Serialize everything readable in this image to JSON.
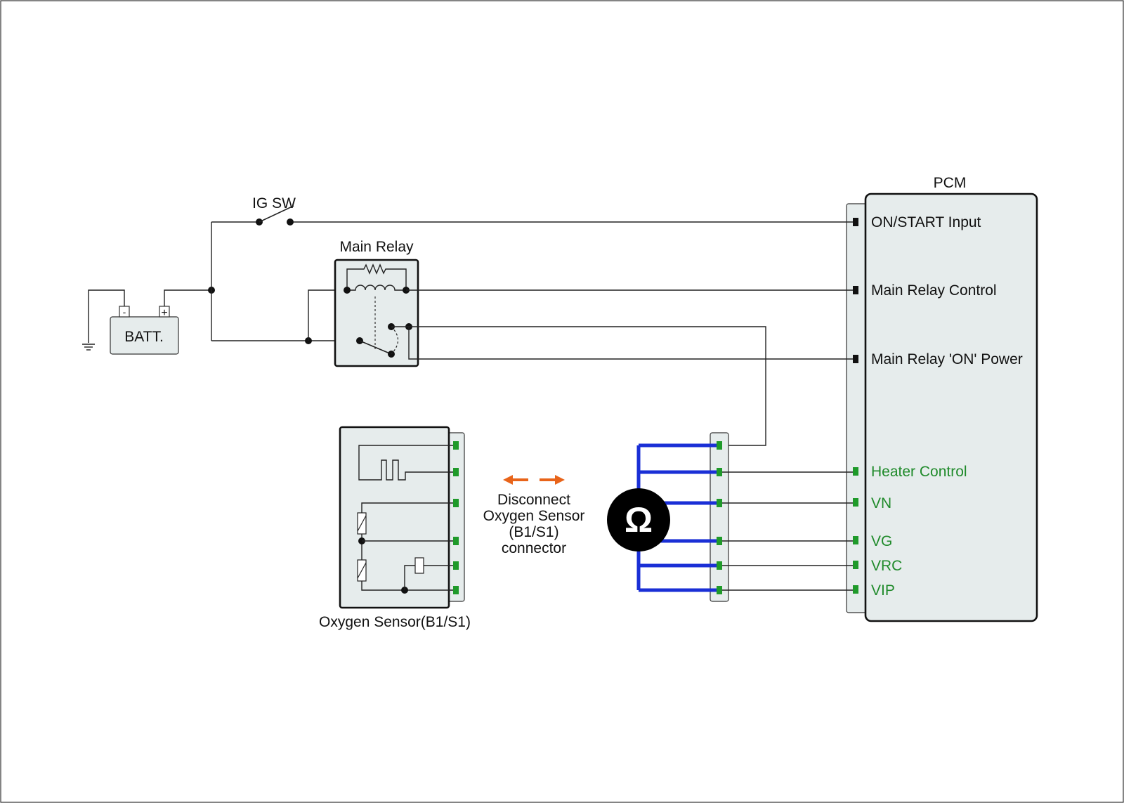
{
  "labels": {
    "ig_sw": "IG SW",
    "main_relay": "Main Relay",
    "battery": "BATT.",
    "battery_minus": "-",
    "battery_plus": "+",
    "pcm": "PCM",
    "oxygen_sensor": "Oxygen Sensor(B1/S1)",
    "ohmmeter_symbol": "Ω"
  },
  "instruction": {
    "line1": "Disconnect",
    "line2": "Oxygen Sensor",
    "line3": "(B1/S1)",
    "line4": "connector"
  },
  "pcm_terminals": [
    "ON/START Input",
    "Main Relay Control",
    "Main Relay 'ON' Power",
    "Heater Control",
    "VN",
    "VG",
    "VRC",
    "VIP"
  ],
  "colors": {
    "pcm_fill": "#e6ecec",
    "measurement_wire": "#1a2fd6",
    "measured_terminal": "#1f9a2a",
    "measured_label": "#1f8a2a",
    "arrow": "#e8641a",
    "ohmmeter": "#000000"
  },
  "icons": {
    "meter": "ohmmeter-icon",
    "disconnect": "double-arrow-icon",
    "ground": "ground-icon"
  }
}
